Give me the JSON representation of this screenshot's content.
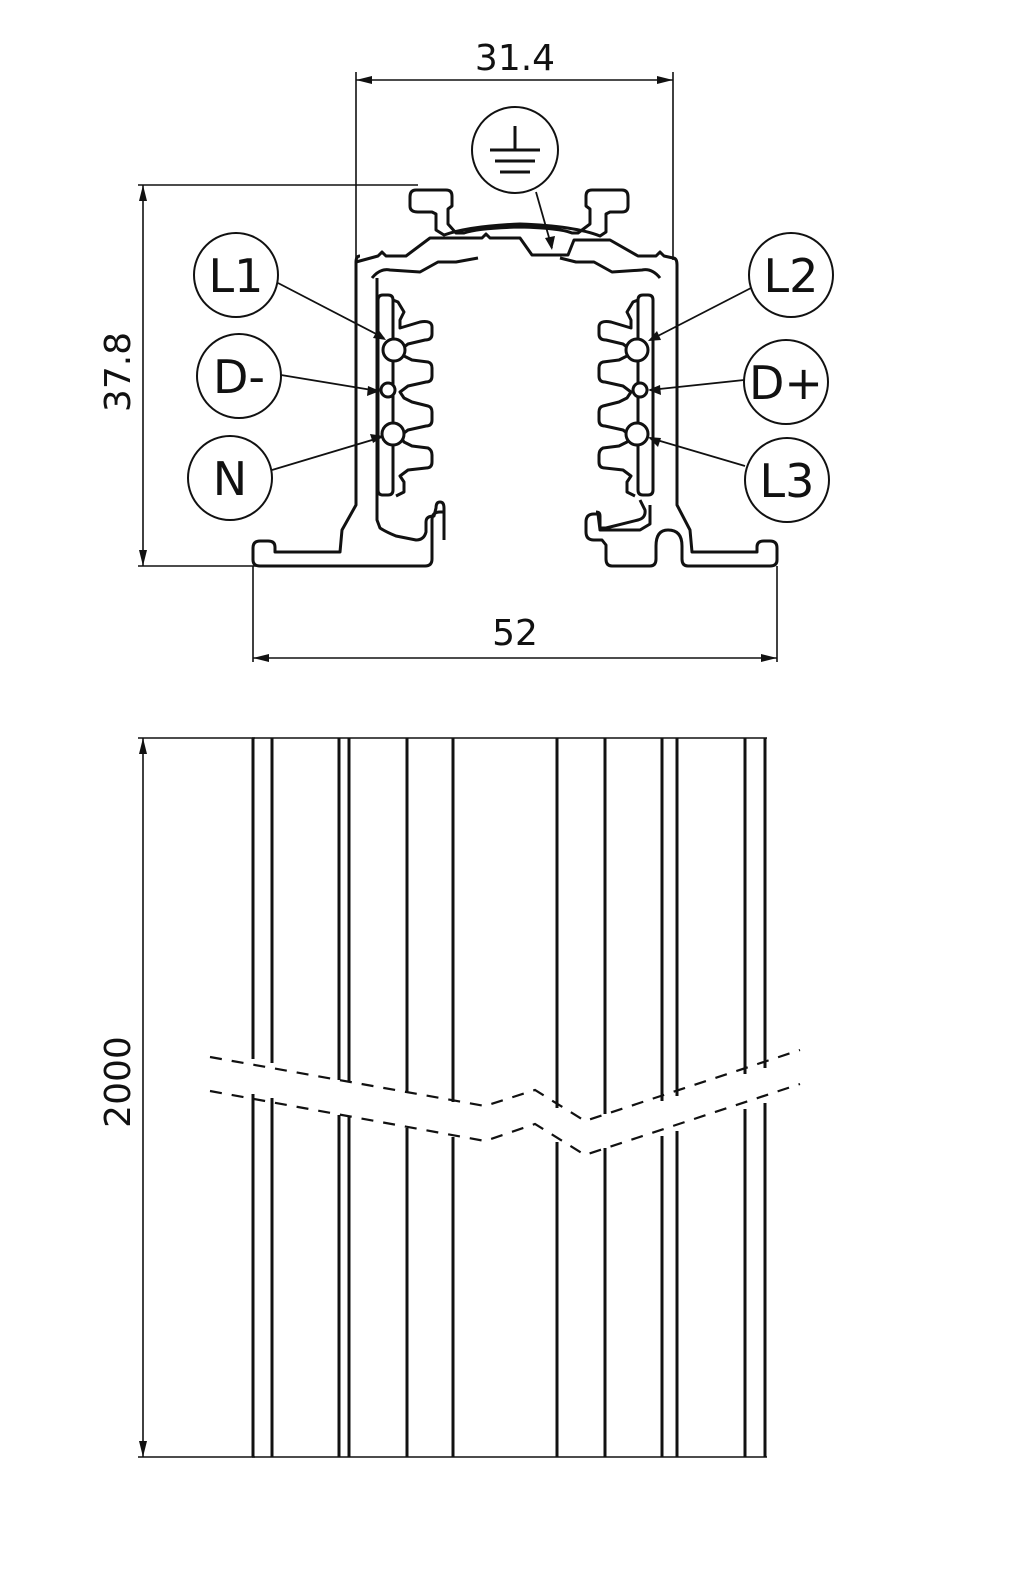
{
  "drawing": {
    "title": "Track rail profile – cross-section and side view",
    "dimensions": {
      "top_width": "31.4",
      "height": "37.8",
      "bottom_width": "52",
      "length": "2000"
    },
    "conductors": {
      "left": [
        "L1",
        "D-",
        "N"
      ],
      "right": [
        "L2",
        "D+",
        "L3"
      ],
      "earth_symbol": "protective-earth"
    },
    "side_view": {
      "break_symbol": "interrupted-length"
    },
    "colors": {
      "line": "#111111",
      "background": "#ffffff"
    }
  }
}
